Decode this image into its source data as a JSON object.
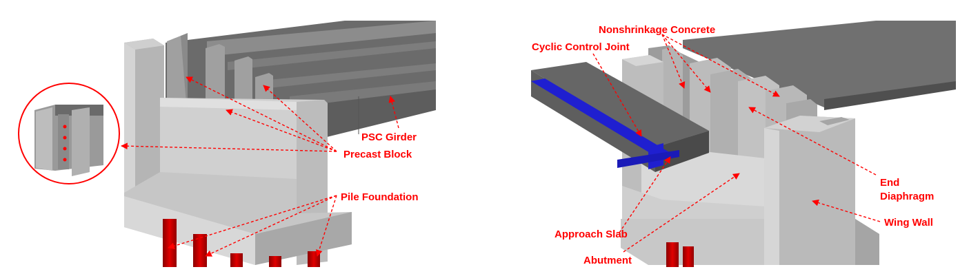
{
  "colors": {
    "annotation": "#ff0000",
    "concrete_light": "#d9d9d9",
    "concrete_mid": "#a6a6a6",
    "concrete_dark": "#7f7f7f",
    "girder": "#6e6e6e",
    "slab_top": "#5a5a5a",
    "seal_blue": "#1f1fd0",
    "pile_red": "#c00000"
  },
  "left_panel": {
    "labels": {
      "psc_girder": "PSC Girder",
      "precast_block": "Precast Block",
      "pile_foundation": "Pile Foundation"
    },
    "inset": {
      "icon": "zoom-detail-circle"
    }
  },
  "right_panel": {
    "labels": {
      "nonshrinkage_concrete": "Nonshrinkage Concrete",
      "cyclic_control_joint": "Cyclic Control Joint",
      "end_diaphragm_line1": "End",
      "end_diaphragm_line2": "Diaphragm",
      "wing_wall": "Wing Wall",
      "approach_slab": "Approach Slab",
      "abutment": "Abutment"
    }
  }
}
